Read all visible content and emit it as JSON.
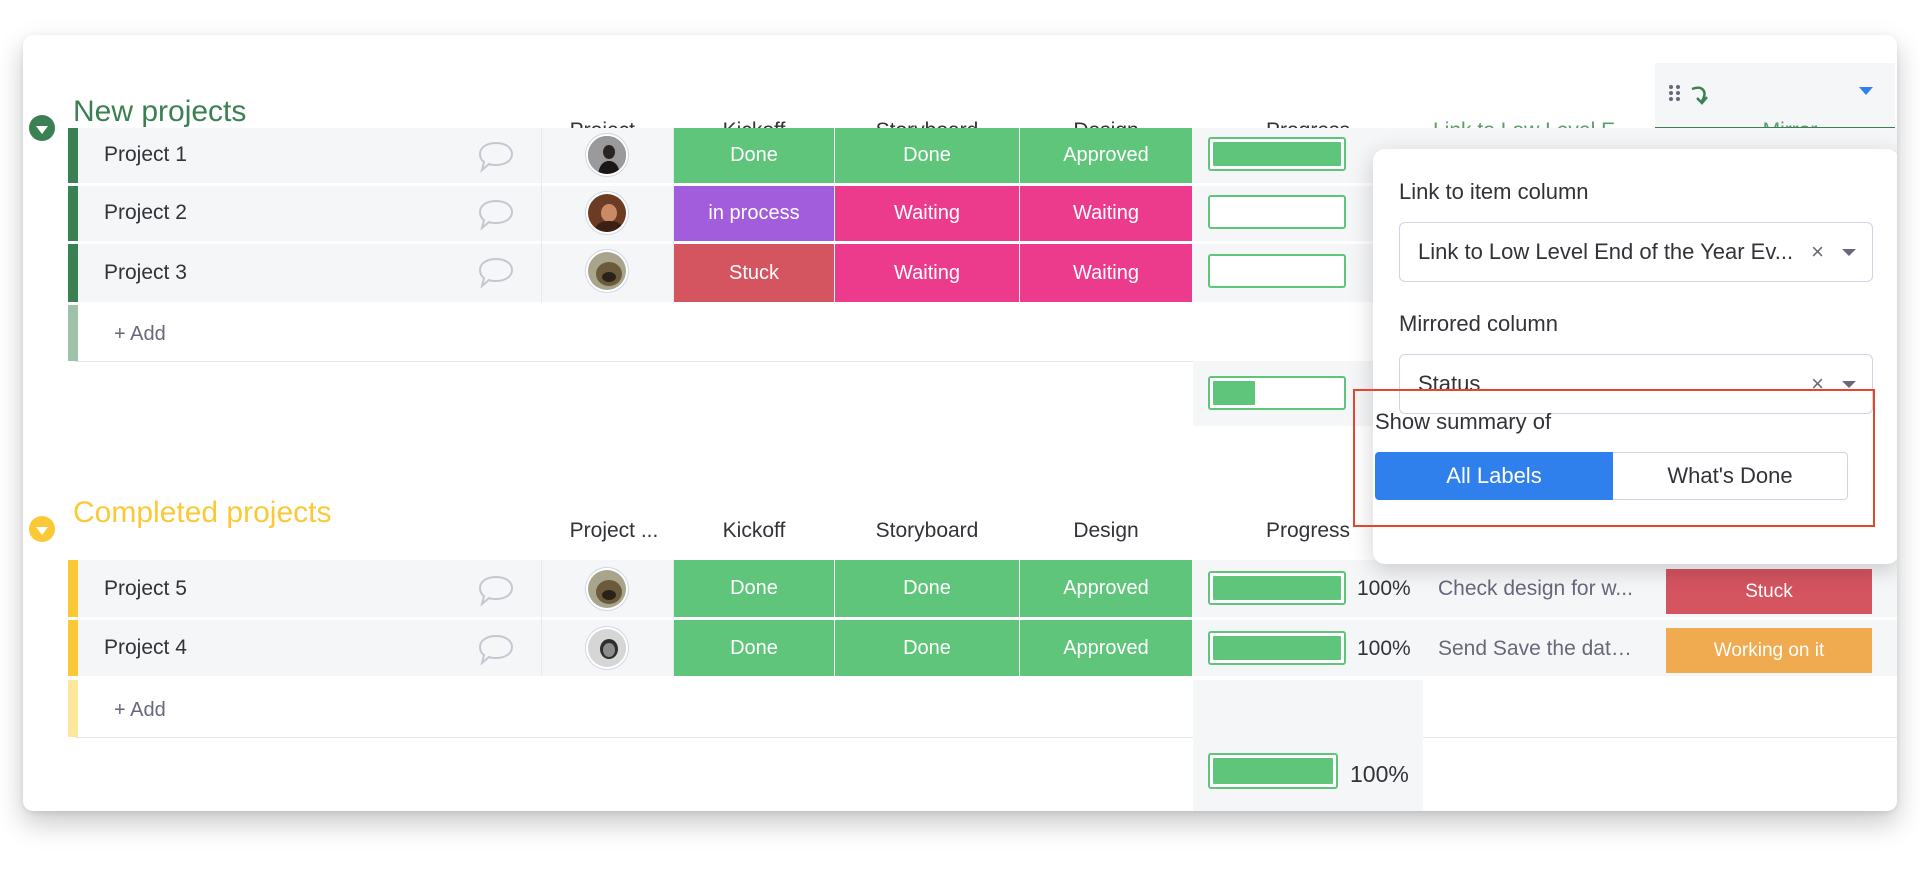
{
  "columns": {
    "project": "Project ...",
    "kickoff": "Kickoff",
    "storyboard": "Storyboard",
    "design": "Design",
    "progress": "Progress",
    "link": "Link to Low Level E...",
    "mirror": "Mirror"
  },
  "groups": [
    {
      "title": "New projects",
      "color": "#3a8052",
      "rows": [
        {
          "name": "Project 1",
          "kickoff": "Done",
          "storyboard": "Done",
          "design": "Approved",
          "progress": 1.0
        },
        {
          "name": "Project 2",
          "kickoff": "in process",
          "storyboard": "Waiting",
          "design": "Waiting",
          "progress": 0
        },
        {
          "name": "Project 3",
          "kickoff": "Stuck",
          "storyboard": "Waiting",
          "design": "Waiting",
          "progress": 0
        }
      ],
      "add_label": "+ Add",
      "summary_progress": 0.33
    },
    {
      "title": "Completed projects",
      "color": "#fcc936",
      "rows": [
        {
          "name": "Project 5",
          "kickoff": "Done",
          "storyboard": "Done",
          "design": "Approved",
          "progress": 1.0,
          "progress_label": "100%",
          "link": "Check design for w...",
          "mirror": "Stuck"
        },
        {
          "name": "Project 4",
          "kickoff": "Done",
          "storyboard": "Done",
          "design": "Approved",
          "progress": 1.0,
          "progress_label": "100%",
          "link": "Send Save the date ...",
          "mirror": "Working on it"
        }
      ],
      "add_label": "+ Add",
      "summary_progress": 1.0,
      "summary_label": "100%"
    }
  ],
  "status_colors": {
    "Done": "#5fc57a",
    "Approved": "#5fc57a",
    "in process": "#a25ddc",
    "Waiting": "#ec3b8d",
    "Stuck": "#d45460",
    "Working on it": "#f0aa4f"
  },
  "popover": {
    "link_label": "Link to item column",
    "link_value": "Link to Low Level End of the Year Ev...",
    "mirrored_label": "Mirrored column",
    "mirrored_value": "Status",
    "summary_label": "Show summary of",
    "option_all": "All Labels",
    "option_done": "What's Done",
    "clear_glyph": "×"
  },
  "accent": "#2f80ed"
}
